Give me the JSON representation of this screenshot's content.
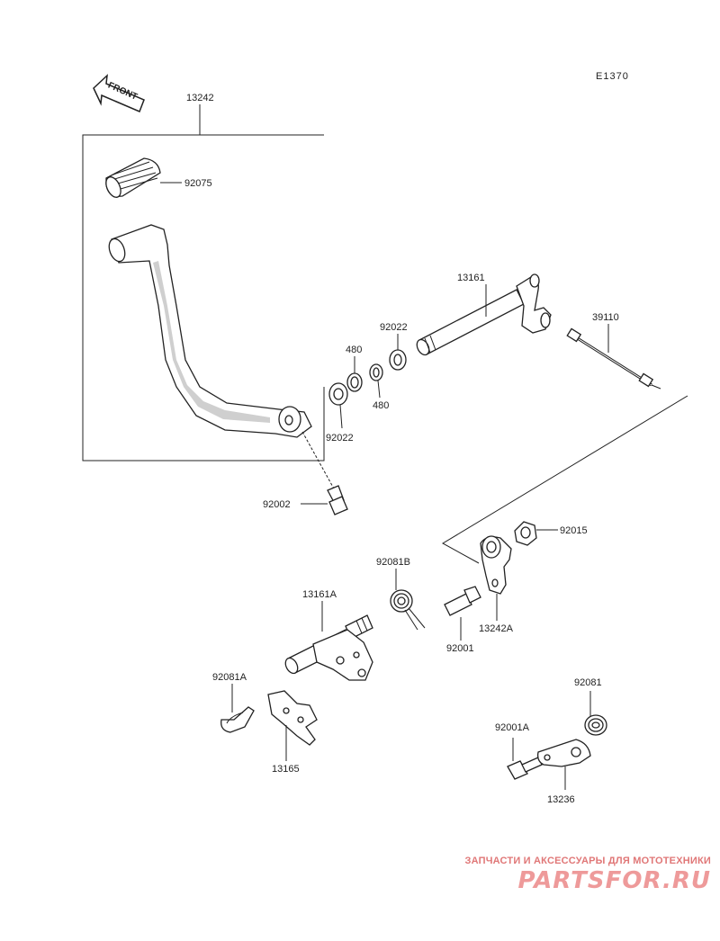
{
  "diagram_code": "E1370",
  "front_arrow": {
    "label": "FRONT"
  },
  "parts": {
    "pedal_assembly": "13242",
    "pedal_rubber": "92075",
    "shift_shaft": "13161",
    "tie_rod": "39110",
    "washer_upper": "92022",
    "washer_lower": "92022",
    "circlip_upper": "480",
    "circlip_lower": "480",
    "pedal_bolt": "92002",
    "lever_nut": "92015",
    "spring_b": "92081B",
    "shaft_a": "13161A",
    "lever_assembly": "13242A",
    "pivot_bolt": "92001",
    "spring_a": "92081A",
    "pawl_plate": "13165",
    "spring": "92081",
    "bolt_a": "92001A",
    "stopper_lever": "13236"
  },
  "watermark": {
    "subtitle": "ЗАПЧАСТИ И АКСЕССУАРЫ ДЛЯ МОТОТЕХНИКИ",
    "logo": "PARTSFOR.RU"
  }
}
